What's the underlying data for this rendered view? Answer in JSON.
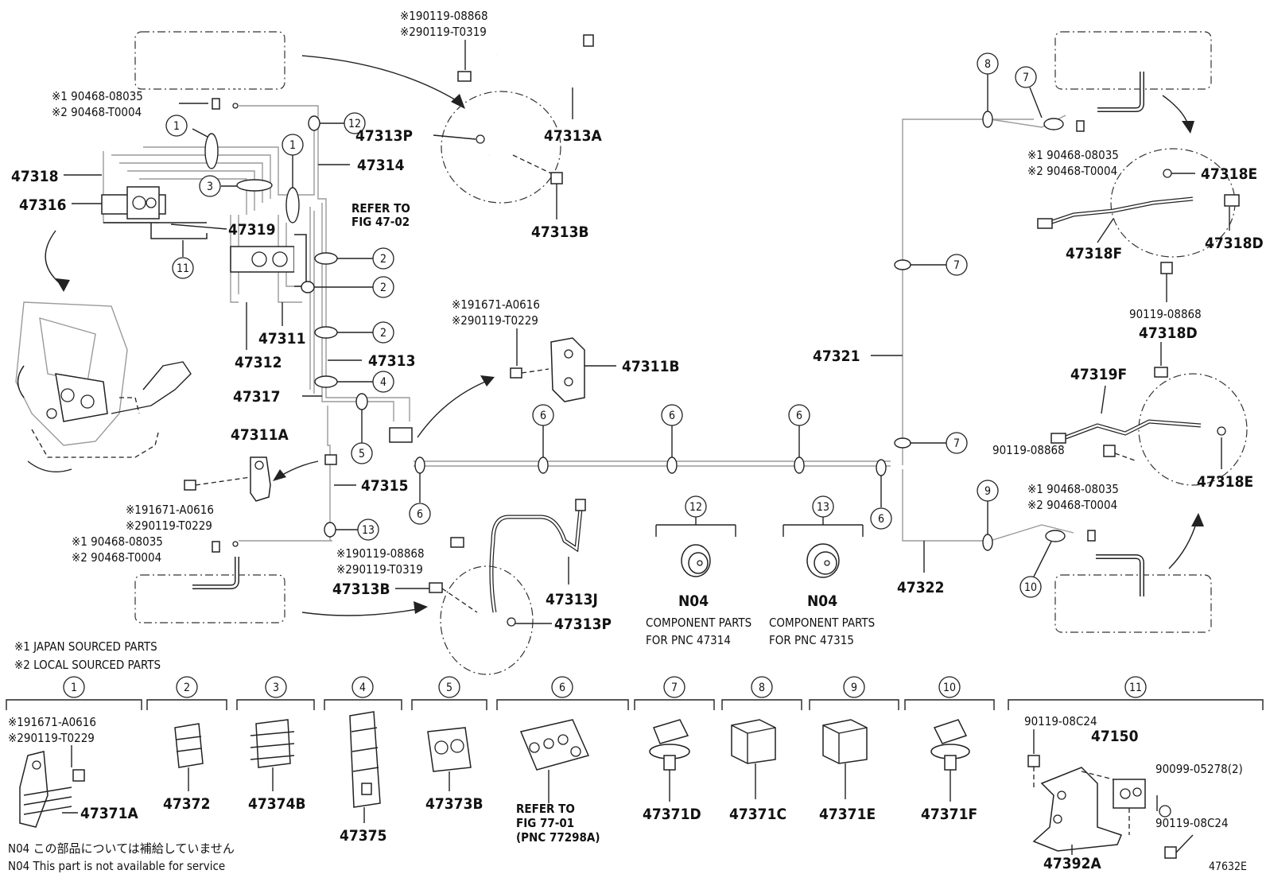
{
  "labels": {
    "top_left_clip_1": "※1 90468-08035",
    "top_left_clip_2": "※2 90468-T0004",
    "p47318": "47318",
    "p47316": "47316",
    "p47319": "47319",
    "p47314": "47314",
    "p47313p_top": "47313P",
    "p47313a": "47313A",
    "p47313b_top": "47313B",
    "bolt_top_1": "※190119-08868",
    "bolt_top_2": "※290119-T0319",
    "refer_fig1": "REFER TO",
    "refer_fig2": "FIG 47-02",
    "p47311": "47311",
    "p47312": "47312",
    "p47313": "47313",
    "p47317": "47317",
    "p47311b": "47311B",
    "bolt_mid_1": "※191671-A0616",
    "bolt_mid_2": "※290119-T0229",
    "p47311a": "47311A",
    "p47315": "47315",
    "bolt_lower_1": "※191671-A0616",
    "bolt_lower_2": "※290119-T0229",
    "lower_clip_1": "※1 90468-08035",
    "lower_clip_2": "※2 90468-T0004",
    "bolt_bot_1": "※190119-08868",
    "bolt_bot_2": "※290119-T0319",
    "p47313b_bot": "47313B",
    "p47313j": "47313J",
    "p47313p_bot": "47313P",
    "n04_a": "N04",
    "n04_b": "N04",
    "comp_a1": "COMPONENT PARTS",
    "comp_a2": "FOR PNC 47314",
    "comp_b1": "COMPONENT PARTS",
    "comp_b2": "FOR PNC 47315",
    "p47321": "47321",
    "p47322": "47322",
    "right_clip_top_1": "※1 90468-08035",
    "right_clip_top_2": "※2 90468-T0004",
    "p47318e_top": "47318E",
    "p47318d_top": "47318D",
    "p47318f": "47318F",
    "bolt_right_top": "90119-08868",
    "p47318d_mid": "47318D",
    "p47319f": "47319F",
    "bolt_right_mid": "90119-08868",
    "p47318e_bot": "47318E",
    "right_clip_bot_1": "※1 90468-08035",
    "right_clip_bot_2": "※2 90468-T0004",
    "legend_1": "※1 JAPAN SOURCED PARTS",
    "legend_2": "※2 LOCAL SOURCED PARTS",
    "k1_bolt_1": "※191671-A0616",
    "k1_bolt_2": "※290119-T0229",
    "k1_part": "47371A",
    "k2_part": "47372",
    "k3_part": "47374B",
    "k4_part": "47375",
    "k5_part": "47373B",
    "k6_ref1": "REFER TO",
    "k6_ref2": "FIG 77-01",
    "k6_ref3": "(PNC 77298A)",
    "k7_part": "47371D",
    "k8_part": "47371C",
    "k9_part": "47371E",
    "k10_part": "47371F",
    "k11_bolt_a": "90119-08C24",
    "k11_part_a": "47150",
    "k11_bolt_b": "90099-05278(2)",
    "k11_bolt_c": "90119-08C24",
    "k11_part_b": "47392A",
    "note_jp": "N04 この部品については補給していません",
    "note_en": "N04 This part is not available for service",
    "figure_id": "47632E"
  },
  "callouts": {
    "c1": "1",
    "c2": "2",
    "c3": "3",
    "c4": "4",
    "c5": "5",
    "c6": "6",
    "c7": "7",
    "c8": "8",
    "c9": "9",
    "c10": "10",
    "c11": "11",
    "c12": "12",
    "c13": "13"
  },
  "key_numbers": [
    "1",
    "2",
    "3",
    "4",
    "5",
    "6",
    "7",
    "8",
    "9",
    "10",
    "11"
  ]
}
